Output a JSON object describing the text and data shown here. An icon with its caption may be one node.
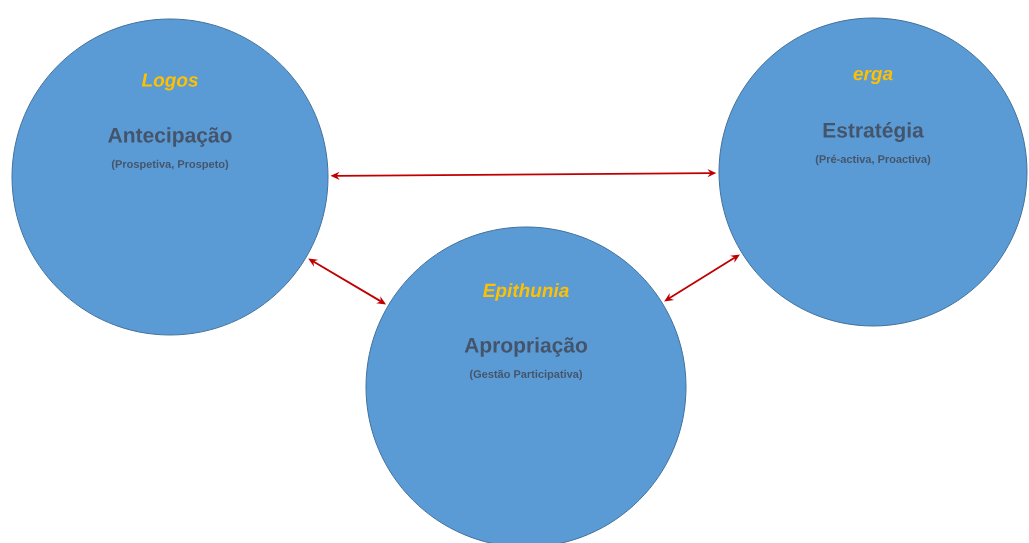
{
  "diagram": {
    "nodes": [
      {
        "text": [
          "Logos",
          "Antecipação",
          "(Prospetiva, Prospeto)"
        ]
      },
      {
        "text": [
          "erga",
          "Estratégia",
          "(Pré-activa, Proactiva)"
        ]
      },
      {
        "text": [
          "Epithunia",
          "Apropriação",
          "(Gestão Participativa)"
        ]
      }
    ],
    "edges": [
      {
        "from": 0,
        "to": 1,
        "arrow": "both"
      },
      {
        "from": 0,
        "to": 2,
        "arrow": "both"
      },
      {
        "from": 2,
        "to": 1,
        "arrow": "both"
      }
    ]
  }
}
